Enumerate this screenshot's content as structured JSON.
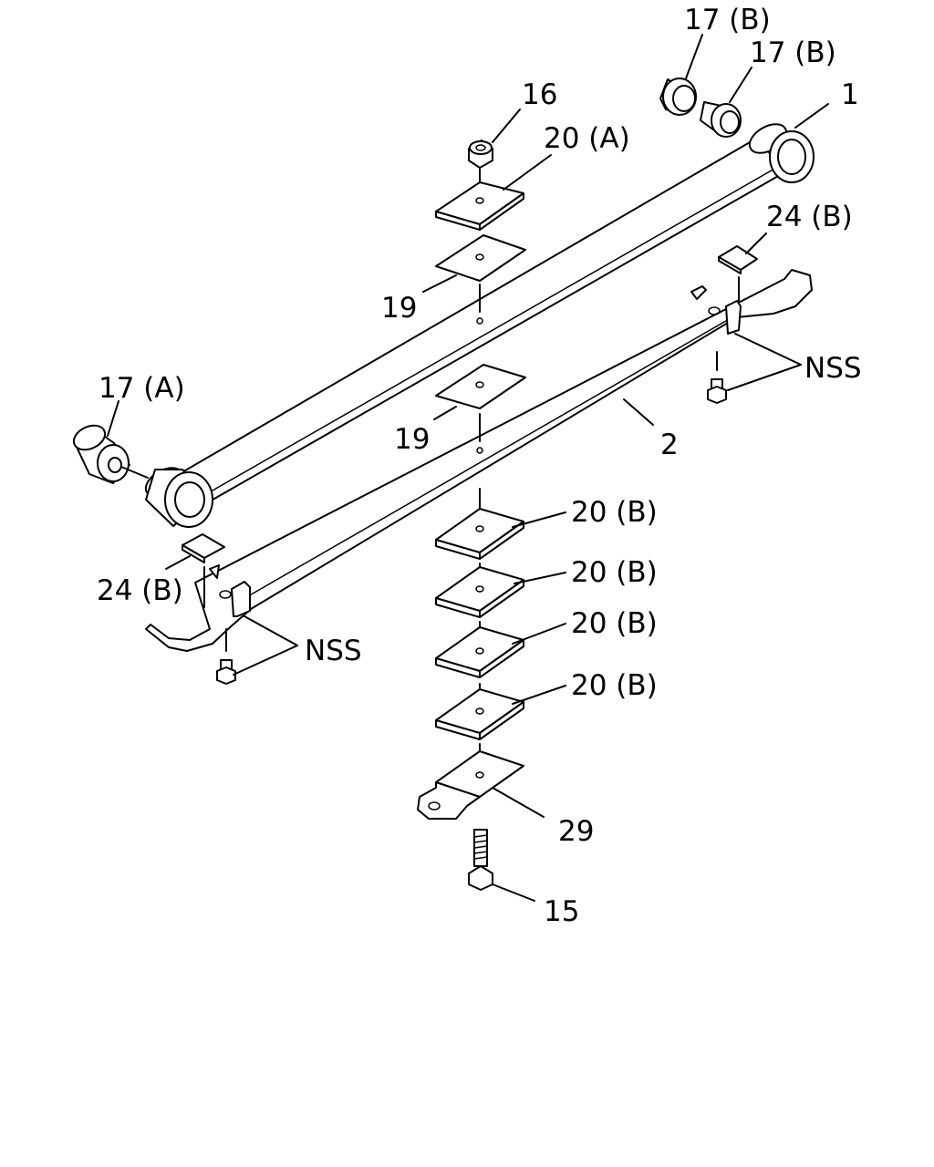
{
  "labels": {
    "bushing_top_1": "17 (B)",
    "bushing_top_2": "17 (B)",
    "leaf_main": "1",
    "nut": "16",
    "washer_top": "20 (A)",
    "pad_b_right": "24 (B)",
    "pad_upper": "19",
    "nss_right": "NSS",
    "bushing_left": "17 (A)",
    "pad_lower": "19",
    "leaf_second": "2",
    "spacer_1": "20 (B)",
    "spacer_2": "20 (B)",
    "pad_b_left": "24 (B)",
    "spacer_3": "20 (B)",
    "nss_left": "NSS",
    "spacer_4": "20 (B)",
    "bracket": "29",
    "bolt": "15"
  }
}
